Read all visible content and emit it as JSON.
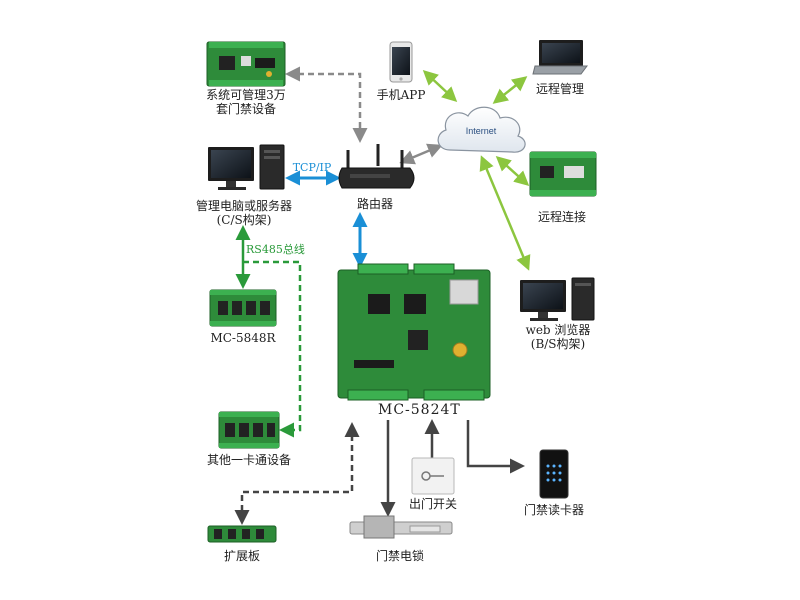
{
  "devices": {
    "top_board": {
      "line1": "系统可管理3万",
      "line2": "套门禁设备"
    },
    "phone": {
      "label": "手机APP"
    },
    "laptop": {
      "label": "远程管理"
    },
    "internet": {
      "label": "Internet"
    },
    "pc": {
      "line1": "管理电脑或服务器",
      "line2": "(C/S构架)"
    },
    "router": {
      "label": "路由器"
    },
    "remote_board": {
      "label": "远程连接"
    },
    "main_controller": {
      "label": "MC-5824T"
    },
    "mc5848r": {
      "label": "MC-5848R"
    },
    "other_card": {
      "label": "其他一卡通设备"
    },
    "web_pc": {
      "line1": "web 浏览器",
      "line2": "(B/S构架)"
    },
    "exit_button": {
      "label": "出门开关"
    },
    "card_reader": {
      "label": "门禁读卡器"
    },
    "expansion": {
      "label": "扩展板"
    },
    "door_lock": {
      "label": "门禁电锁"
    }
  },
  "links": {
    "tcpip": {
      "label": "TCP/IP"
    },
    "rs485": {
      "label": "RS485总线"
    }
  },
  "colors": {
    "green_arrow": "#8cc63f",
    "gray_arrow": "#8a8a8a",
    "blue_arrow": "#1a8fd6",
    "dash_green": "#2a9a3a",
    "board_green": "#2e8b3a"
  }
}
